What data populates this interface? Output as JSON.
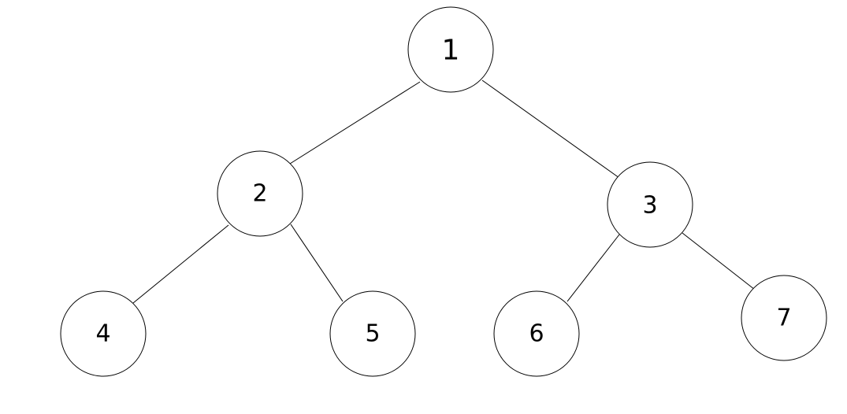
{
  "diagram": {
    "nodes": [
      {
        "id": "1",
        "label": "1"
      },
      {
        "id": "2",
        "label": "2"
      },
      {
        "id": "3",
        "label": "3"
      },
      {
        "id": "4",
        "label": "4"
      },
      {
        "id": "5",
        "label": "5"
      },
      {
        "id": "6",
        "label": "6"
      },
      {
        "id": "7",
        "label": "7"
      }
    ],
    "edges": [
      {
        "from": "1",
        "to": "2"
      },
      {
        "from": "1",
        "to": "3"
      },
      {
        "from": "2",
        "to": "4"
      },
      {
        "from": "2",
        "to": "5"
      },
      {
        "from": "3",
        "to": "6"
      },
      {
        "from": "3",
        "to": "7"
      }
    ],
    "colors": {
      "stroke": "#000000",
      "fill": "#ffffff",
      "text": "#000000"
    }
  }
}
